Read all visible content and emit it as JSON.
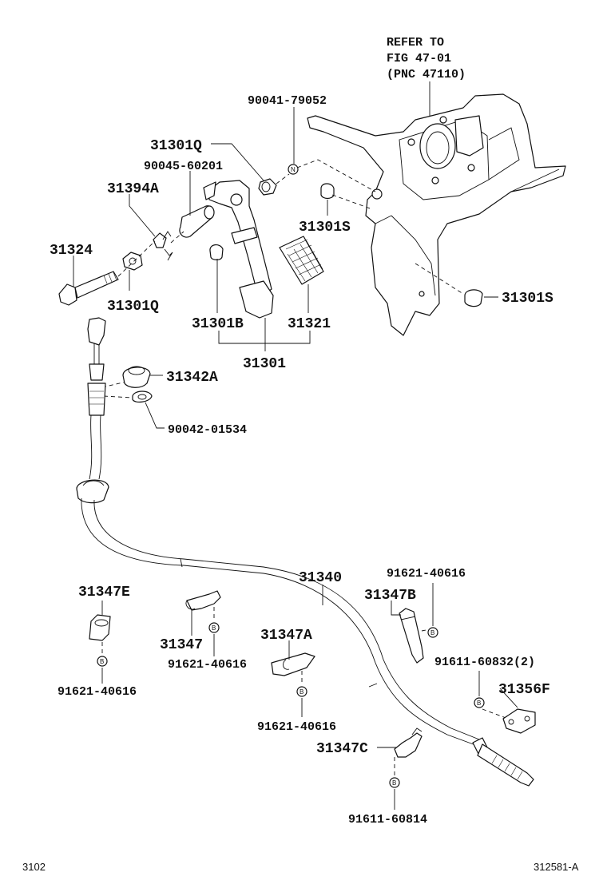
{
  "refer": {
    "line1": "REFER TO",
    "line2": "FIG 47-01",
    "line3": "(PNC 47110)"
  },
  "labels": {
    "p90041_79052": "90041-79052",
    "p31301Q_top": "31301Q",
    "p90045_60201": "90045-60201",
    "p31394A": "31394A",
    "p31301S_mid": "31301S",
    "p31324": "31324",
    "p31301Q_bot": "31301Q",
    "p31301S_right": "31301S",
    "p31301B": "31301B",
    "p31321": "31321",
    "p31301": "31301",
    "p31342A": "31342A",
    "p90042_01534": "90042-01534",
    "p31340": "31340",
    "p91621_40616_a": "91621-40616",
    "p31347B": "31347B",
    "p31347E": "31347E",
    "p31347": "31347",
    "p91621_40616_b": "91621-40616",
    "p31347A": "31347A",
    "p91611_60832": "91611-60832(2)",
    "p31356F": "31356F",
    "p91621_40616_c": "91621-40616",
    "p91621_40616_d": "91621-40616",
    "p31347C": "31347C",
    "p91611_60814": "91611-60814"
  },
  "markers": {
    "n": "N",
    "b": "B"
  },
  "footer": {
    "left": "3102",
    "right": "312581-A"
  }
}
